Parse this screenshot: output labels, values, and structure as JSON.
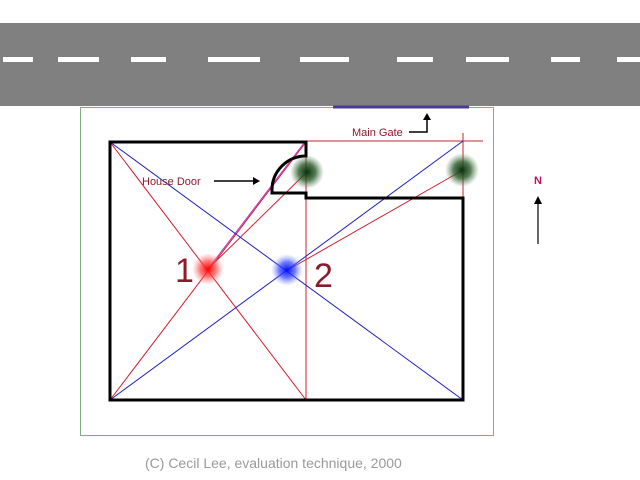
{
  "labels": {
    "main_gate": "Main Gate",
    "house_door": "House Door",
    "point_1": "1",
    "point_2": "2",
    "north": "N"
  },
  "caption": "(C) Cecil Lee, evaluation technique, 2000",
  "colors": {
    "road": "#808080",
    "lot_border": "#7fae7f",
    "gate": "#4a3a9a",
    "red_lines": "#d02030",
    "blue_lines": "#2020c0",
    "label_text": "#8b1a2b",
    "red_point": "#ff2020",
    "blue_point": "#2030ff",
    "green_point": "#1e4d1e"
  }
}
